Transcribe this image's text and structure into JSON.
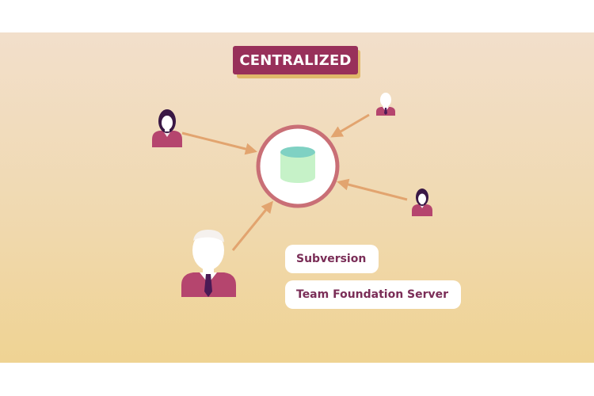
{
  "title": "CENTRALIZED",
  "systems": [
    "Subversion",
    "Team Foundation Server"
  ],
  "icons": {
    "server": "database-icon",
    "users": [
      "woman-user-icon",
      "man-user-icon",
      "woman-user-icon",
      "man-user-icon"
    ]
  },
  "colors": {
    "title_bg": "#98305a",
    "title_shadow": "#e0b86a",
    "ring": "#c96f76",
    "database": "#c6f2c8",
    "database_top": "#7fd1c3",
    "arrow": "#e2a46f",
    "shirt": "#b5456e",
    "hair_dark": "#3a1845",
    "label_text": "#7a2d57"
  }
}
